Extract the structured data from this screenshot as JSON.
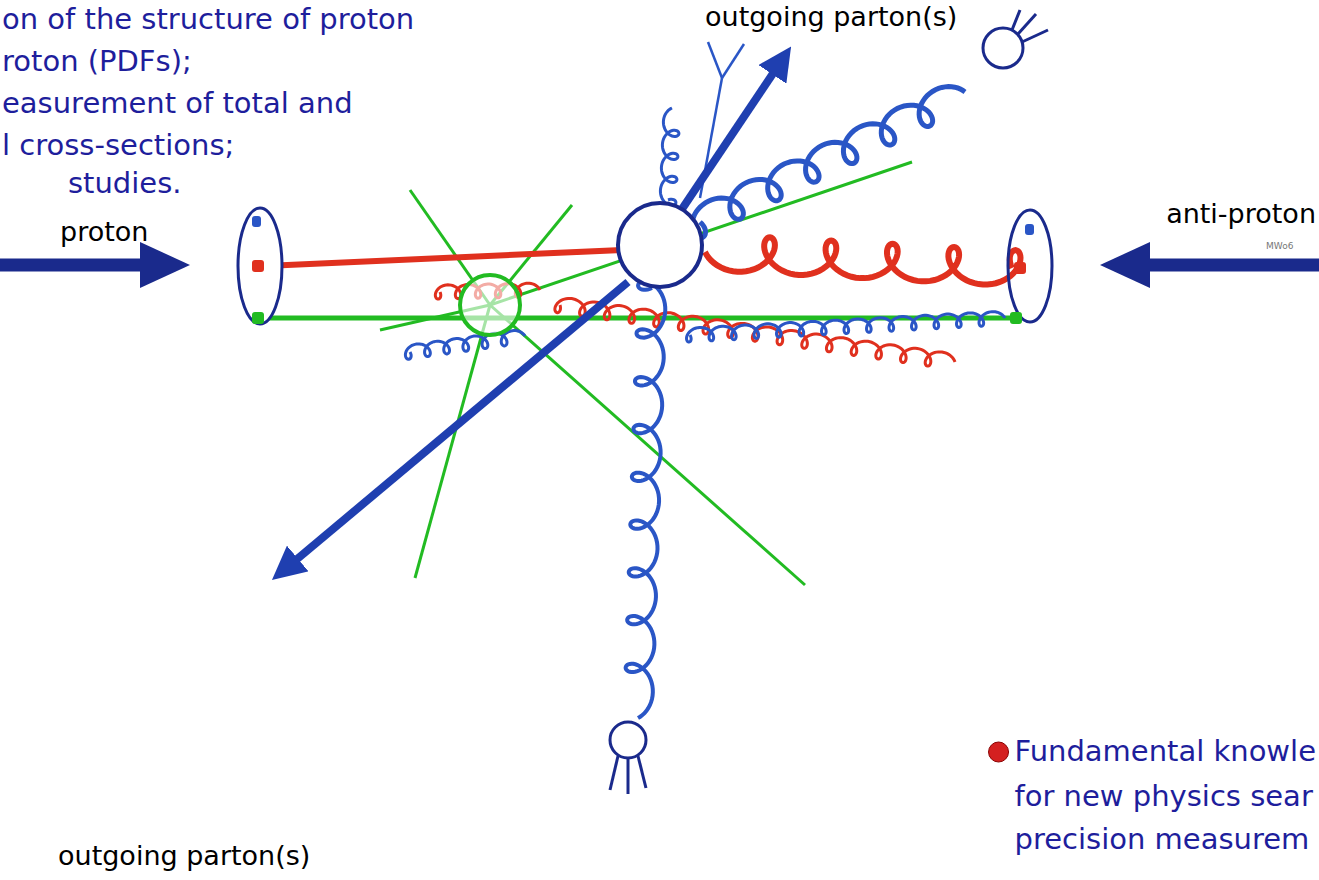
{
  "diagram": {
    "labels": [
      "on of the structure of proton",
      "roton (PDFs);",
      "easurement of total and",
      "l cross-sections;",
      "studies.",
      "proton",
      "outgoing parton(s)",
      "anti-proton",
      "MWo6",
      "outgoing parton(s)",
      "Fundamental knowle",
      "for new physics sear",
      "precision measurem"
    ]
  }
}
